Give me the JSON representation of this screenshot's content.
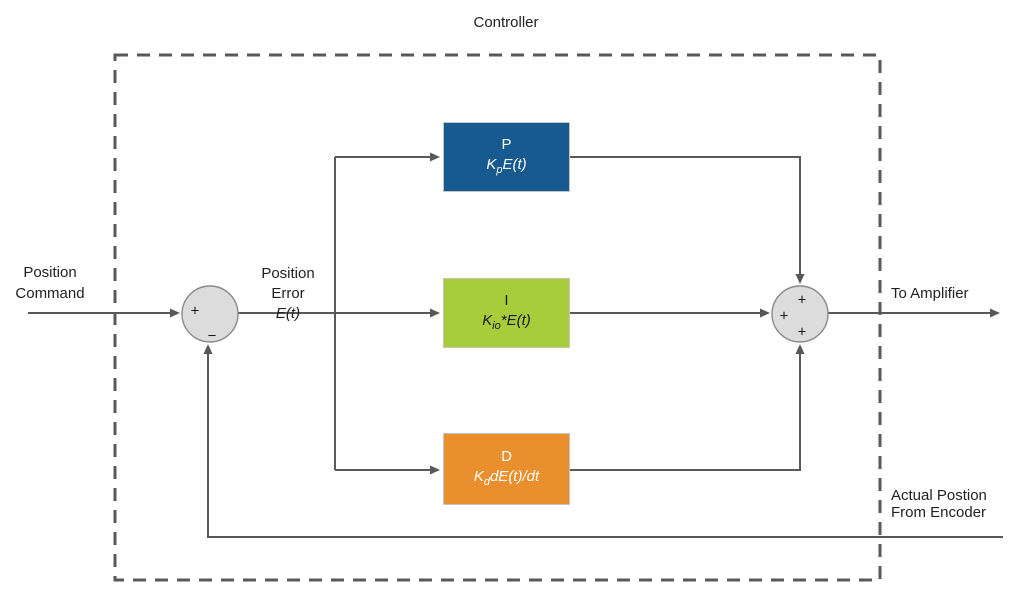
{
  "title": "Controller",
  "colors": {
    "line": "#595959",
    "sum_fill": "#dcdcdc",
    "sum_stroke": "#8a8a8a"
  },
  "labels": {
    "position_command": "Position\nCommand",
    "position_error_text": "Position\nError",
    "position_error_math": "E(t)",
    "to_amplifier": "To Amplifier",
    "actual_position": "Actual Postion\nFrom Encoder"
  },
  "blocks": {
    "p": {
      "name": "P",
      "formula": {
        "coeff": "K",
        "sub": "p",
        "rest": "E(t)"
      },
      "color": "#175a90",
      "text_color": "#ffffff"
    },
    "i": {
      "name": "I",
      "formula": {
        "coeff": "K",
        "sub": "io",
        "rest": "*E(t)"
      },
      "color": "#a8cd3a",
      "text_color": "#1a1a1a"
    },
    "d": {
      "name": "D",
      "formula": {
        "coeff": "K",
        "sub": "d",
        "rest": "dE(t)/dt"
      },
      "color": "#e98f2e",
      "text_color": "#ffffff"
    }
  },
  "summing_junctions": {
    "error": {
      "signs": {
        "input": "+",
        "feedback": "−"
      }
    },
    "output": {
      "signs": {
        "p": "+",
        "i": "+",
        "d": "+"
      }
    }
  }
}
